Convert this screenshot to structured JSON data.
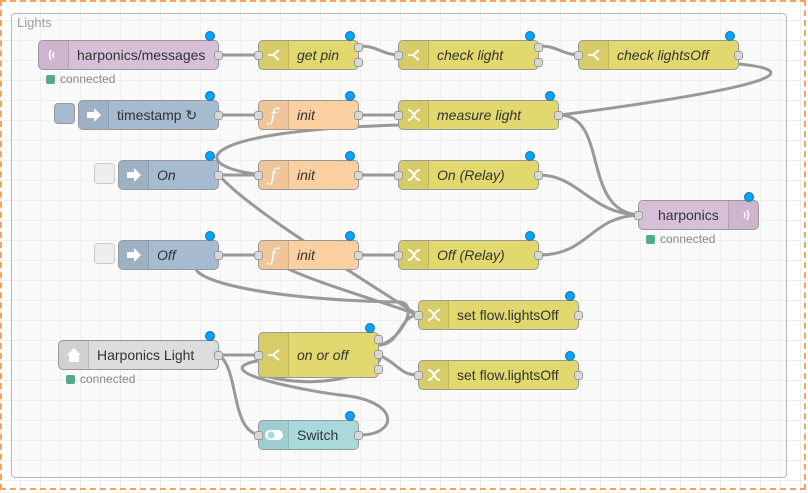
{
  "group": {
    "label": "Lights"
  },
  "colors": {
    "wire": "#999999",
    "deployed_dot": "#00a5ff",
    "status_connected": "#55aa88",
    "group_dash": "#f7a35c"
  },
  "nodes": {
    "mqtt_in": {
      "label": "harponics/messages",
      "icon": "mqtt-wave-icon",
      "status": "connected"
    },
    "get_pin": {
      "label": "get pin",
      "icon": "switch-branch-icon"
    },
    "check_light": {
      "label": "check light",
      "icon": "switch-branch-icon"
    },
    "check_lightsoff": {
      "label": "check lightsOff",
      "icon": "switch-branch-icon"
    },
    "timestamp": {
      "label": "timestamp ↻",
      "icon": "inject-arrow-icon"
    },
    "init1": {
      "label": "init",
      "icon": "function-icon"
    },
    "measure_light": {
      "label": "measure light",
      "icon": "change-icon"
    },
    "on": {
      "label": "On",
      "icon": "inject-arrow-icon"
    },
    "init2": {
      "label": "init",
      "icon": "function-icon"
    },
    "on_relay": {
      "label": "On (Relay)",
      "icon": "change-icon"
    },
    "mqtt_out": {
      "label": "harponics",
      "icon": "mqtt-wave-icon",
      "status": "connected"
    },
    "off": {
      "label": "Off",
      "icon": "inject-arrow-icon"
    },
    "init3": {
      "label": "init",
      "icon": "function-icon"
    },
    "off_relay": {
      "label": "Off (Relay)",
      "icon": "change-icon"
    },
    "set_flow1": {
      "label": "set flow.lightsOff",
      "icon": "change-icon"
    },
    "ha_light": {
      "label": "Harponics Light",
      "icon": "home-icon",
      "status": "connected"
    },
    "on_or_off": {
      "label": "on or off",
      "icon": "switch-branch-icon"
    },
    "set_flow2": {
      "label": "set flow.lightsOff",
      "icon": "change-icon"
    },
    "switch": {
      "label": "Switch",
      "icon": "toggle-icon"
    }
  }
}
